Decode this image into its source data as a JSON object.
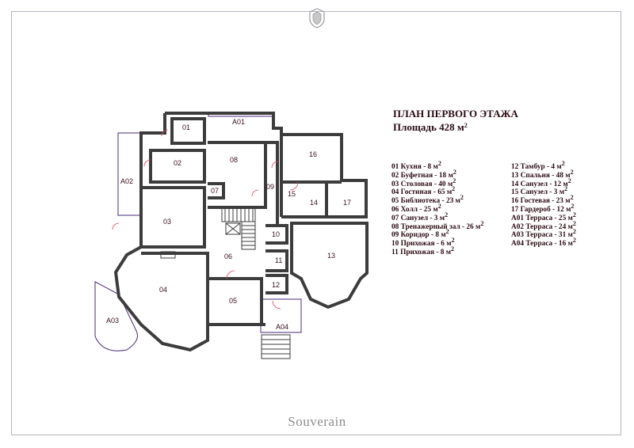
{
  "plan": {
    "title": "ПЛАН ПЕРВОГО ЭТАЖА",
    "area_label": "Площадь 428 м",
    "area_sup": "2",
    "brand": "Souverain",
    "room_labels": [
      "01",
      "02",
      "03",
      "04",
      "05",
      "06",
      "07",
      "08",
      "09",
      "10",
      "11",
      "12",
      "13",
      "14",
      "15",
      "16",
      "17",
      "A01",
      "A02",
      "A03",
      "A04"
    ]
  },
  "legend": {
    "left": [
      "01 Кухня - 8 м",
      "02 Буфетная - 18 м",
      "03 Столовая - 40 м",
      "04 Гостиная - 65 м",
      "05 Библиотека - 23 м",
      "06 Холл - 25 м",
      "07 Санузел - 3 м",
      "08 Тренажерный зал - 26 м",
      "09 Коридор - 8 м",
      "10 Прихожая - 6 м",
      "11 Прихожая - 8 м"
    ],
    "right": [
      "12 Тамбур - 4 м",
      "13 Спальня - 48 м",
      "14 Санузел - 12 м",
      "15 Санузел - 3 м",
      "16 Гостевая - 23 м",
      "17 Гардероб - 12 м",
      "А01 Терраса - 25 м",
      "А02 Терраса - 24 м",
      "А03 Терраса - 31 м",
      "А04 Терраса - 16 м"
    ],
    "unit_sup": "2"
  },
  "colors": {
    "wall": "#3c3c3c",
    "door": "#d9485a",
    "terrace": "#4a2a7a",
    "text": "#2a0a12"
  }
}
